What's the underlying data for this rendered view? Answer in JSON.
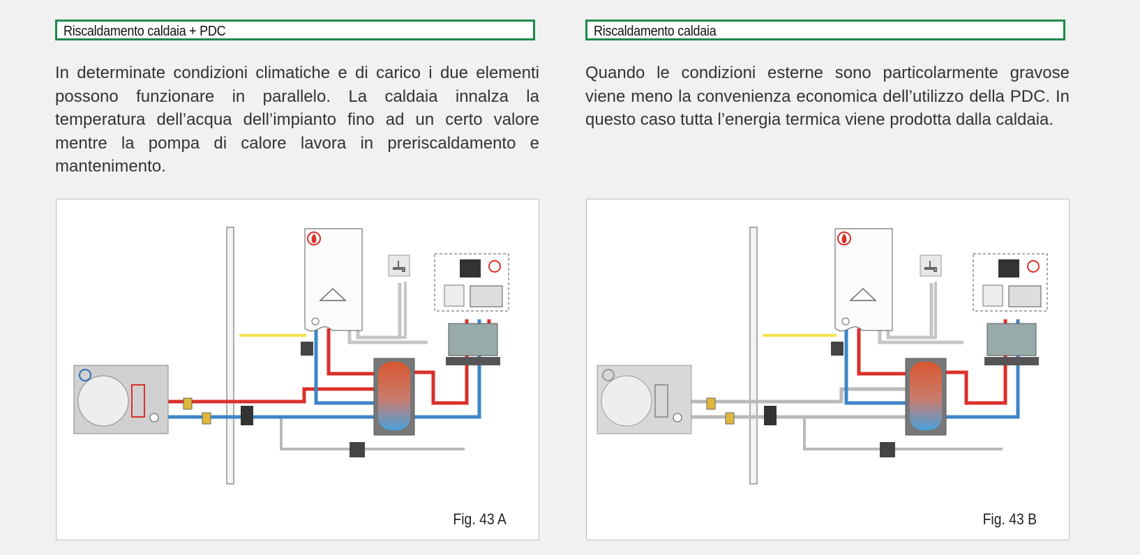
{
  "left": {
    "heading": "Riscaldamento caldaia + PDC",
    "paragraph": "In determinate condizioni climatiche e di carico i due elementi possono funzionare in parallelo. La caldaia innalza la temperatura dell’acqua dell’impianto fino ad un certo valore mentre la pompa di calore lavora in preriscaldamento e mantenimento.",
    "caption": "Fig. 43 A",
    "pdc_active": true
  },
  "right": {
    "heading": "Riscaldamento caldaia",
    "paragraph": "Quando le condizioni esterne sono particolarmente gravose viene meno la convenienza economica dell’utilizzo della PDC. In questo caso tutta l’energia termica viene prodotta dalla caldaia.",
    "caption": "Fig. 43 B",
    "pdc_active": false
  },
  "colors": {
    "frame": "#1d8a4b",
    "hot": "#d9302b",
    "cold": "#3d86c6",
    "gas": "#f3e24a",
    "inactive": "#b9b9b9"
  }
}
